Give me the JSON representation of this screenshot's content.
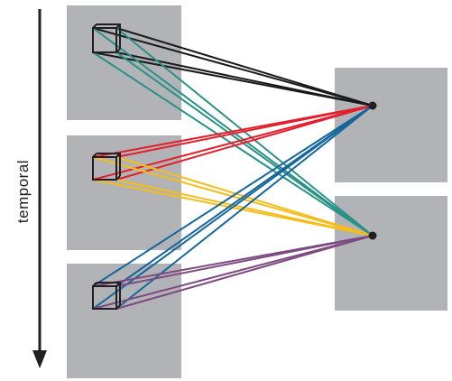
{
  "axis": {
    "label": "temporal",
    "direction": "down"
  },
  "colors": {
    "panel": "#b2b3b6",
    "arrow": "#231f20",
    "node": "#231f20",
    "frame": "#231f20"
  },
  "source_panels": [
    {
      "id": "top"
    },
    {
      "id": "middle"
    },
    {
      "id": "bottom"
    }
  ],
  "target_panels": [
    {
      "id": "upper"
    },
    {
      "id": "lower"
    }
  ],
  "connections": [
    {
      "from": "top",
      "to": "upper",
      "color": "#1a1a1a"
    },
    {
      "from": "top",
      "to": "lower",
      "color": "#2a9187"
    },
    {
      "from": "middle",
      "to": "upper",
      "color": "#e21f2d"
    },
    {
      "from": "middle",
      "to": "lower",
      "color": "#f5bd1b"
    },
    {
      "from": "bottom",
      "to": "upper",
      "color": "#16679b"
    },
    {
      "from": "bottom",
      "to": "lower",
      "color": "#7e4a81"
    }
  ]
}
